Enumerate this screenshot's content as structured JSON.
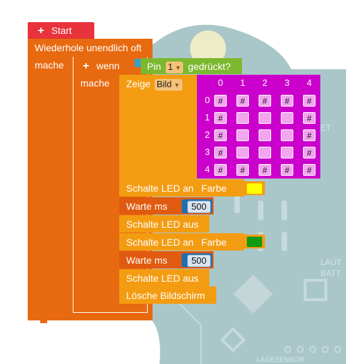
{
  "program": {
    "start_label": "Start",
    "loop_label": "Wiederhole unendlich oft",
    "do_label": "mache",
    "if_label": "wenn",
    "if_do_label": "mache",
    "condition": {
      "prefix": "Pin",
      "pin_value": "1",
      "suffix": "gedrückt?"
    },
    "show": {
      "label": "Zeige",
      "type_value": "Bild"
    },
    "image_grid": {
      "columns": [
        "0",
        "1",
        "2",
        "3",
        "4"
      ],
      "rows": [
        "0",
        "1",
        "2",
        "3",
        "4"
      ],
      "cells": [
        [
          "#",
          "#",
          "#",
          "#",
          "#"
        ],
        [
          "#",
          "",
          "",
          "",
          "#"
        ],
        [
          "#",
          "",
          "",
          "",
          "#"
        ],
        [
          "#",
          "",
          "",
          "",
          "#"
        ],
        [
          "#",
          "#",
          "#",
          "#",
          "#"
        ]
      ]
    },
    "led_on_1": {
      "label": "Schalte LED an",
      "color_label": "Farbe",
      "color": "#ffff00"
    },
    "wait_1": {
      "label": "Warte ms",
      "value": "500"
    },
    "led_off_1": {
      "label": "Schalte LED aus"
    },
    "led_on_2": {
      "label": "Schalte LED an",
      "color_label": "Farbe",
      "color": "#119911"
    },
    "wait_2": {
      "label": "Warte ms",
      "value": "500"
    },
    "led_off_2": {
      "label": "Schalte LED aus"
    },
    "clear": {
      "label": "Lösche Bildschirm"
    }
  },
  "board_labels": {
    "right_top": "ET",
    "right_mid_1": "LAUT",
    "right_mid_2": "BATT",
    "bottom": "LAGESENSOR"
  },
  "colors": {
    "start": "#e8323c",
    "loop": "#e86a10",
    "if_block": "#e86a10",
    "condition": "#7cb82f",
    "show": "#f39c12",
    "grid": "#cc00cc",
    "wait": "#e05a10",
    "board": "#a9c7c9"
  }
}
